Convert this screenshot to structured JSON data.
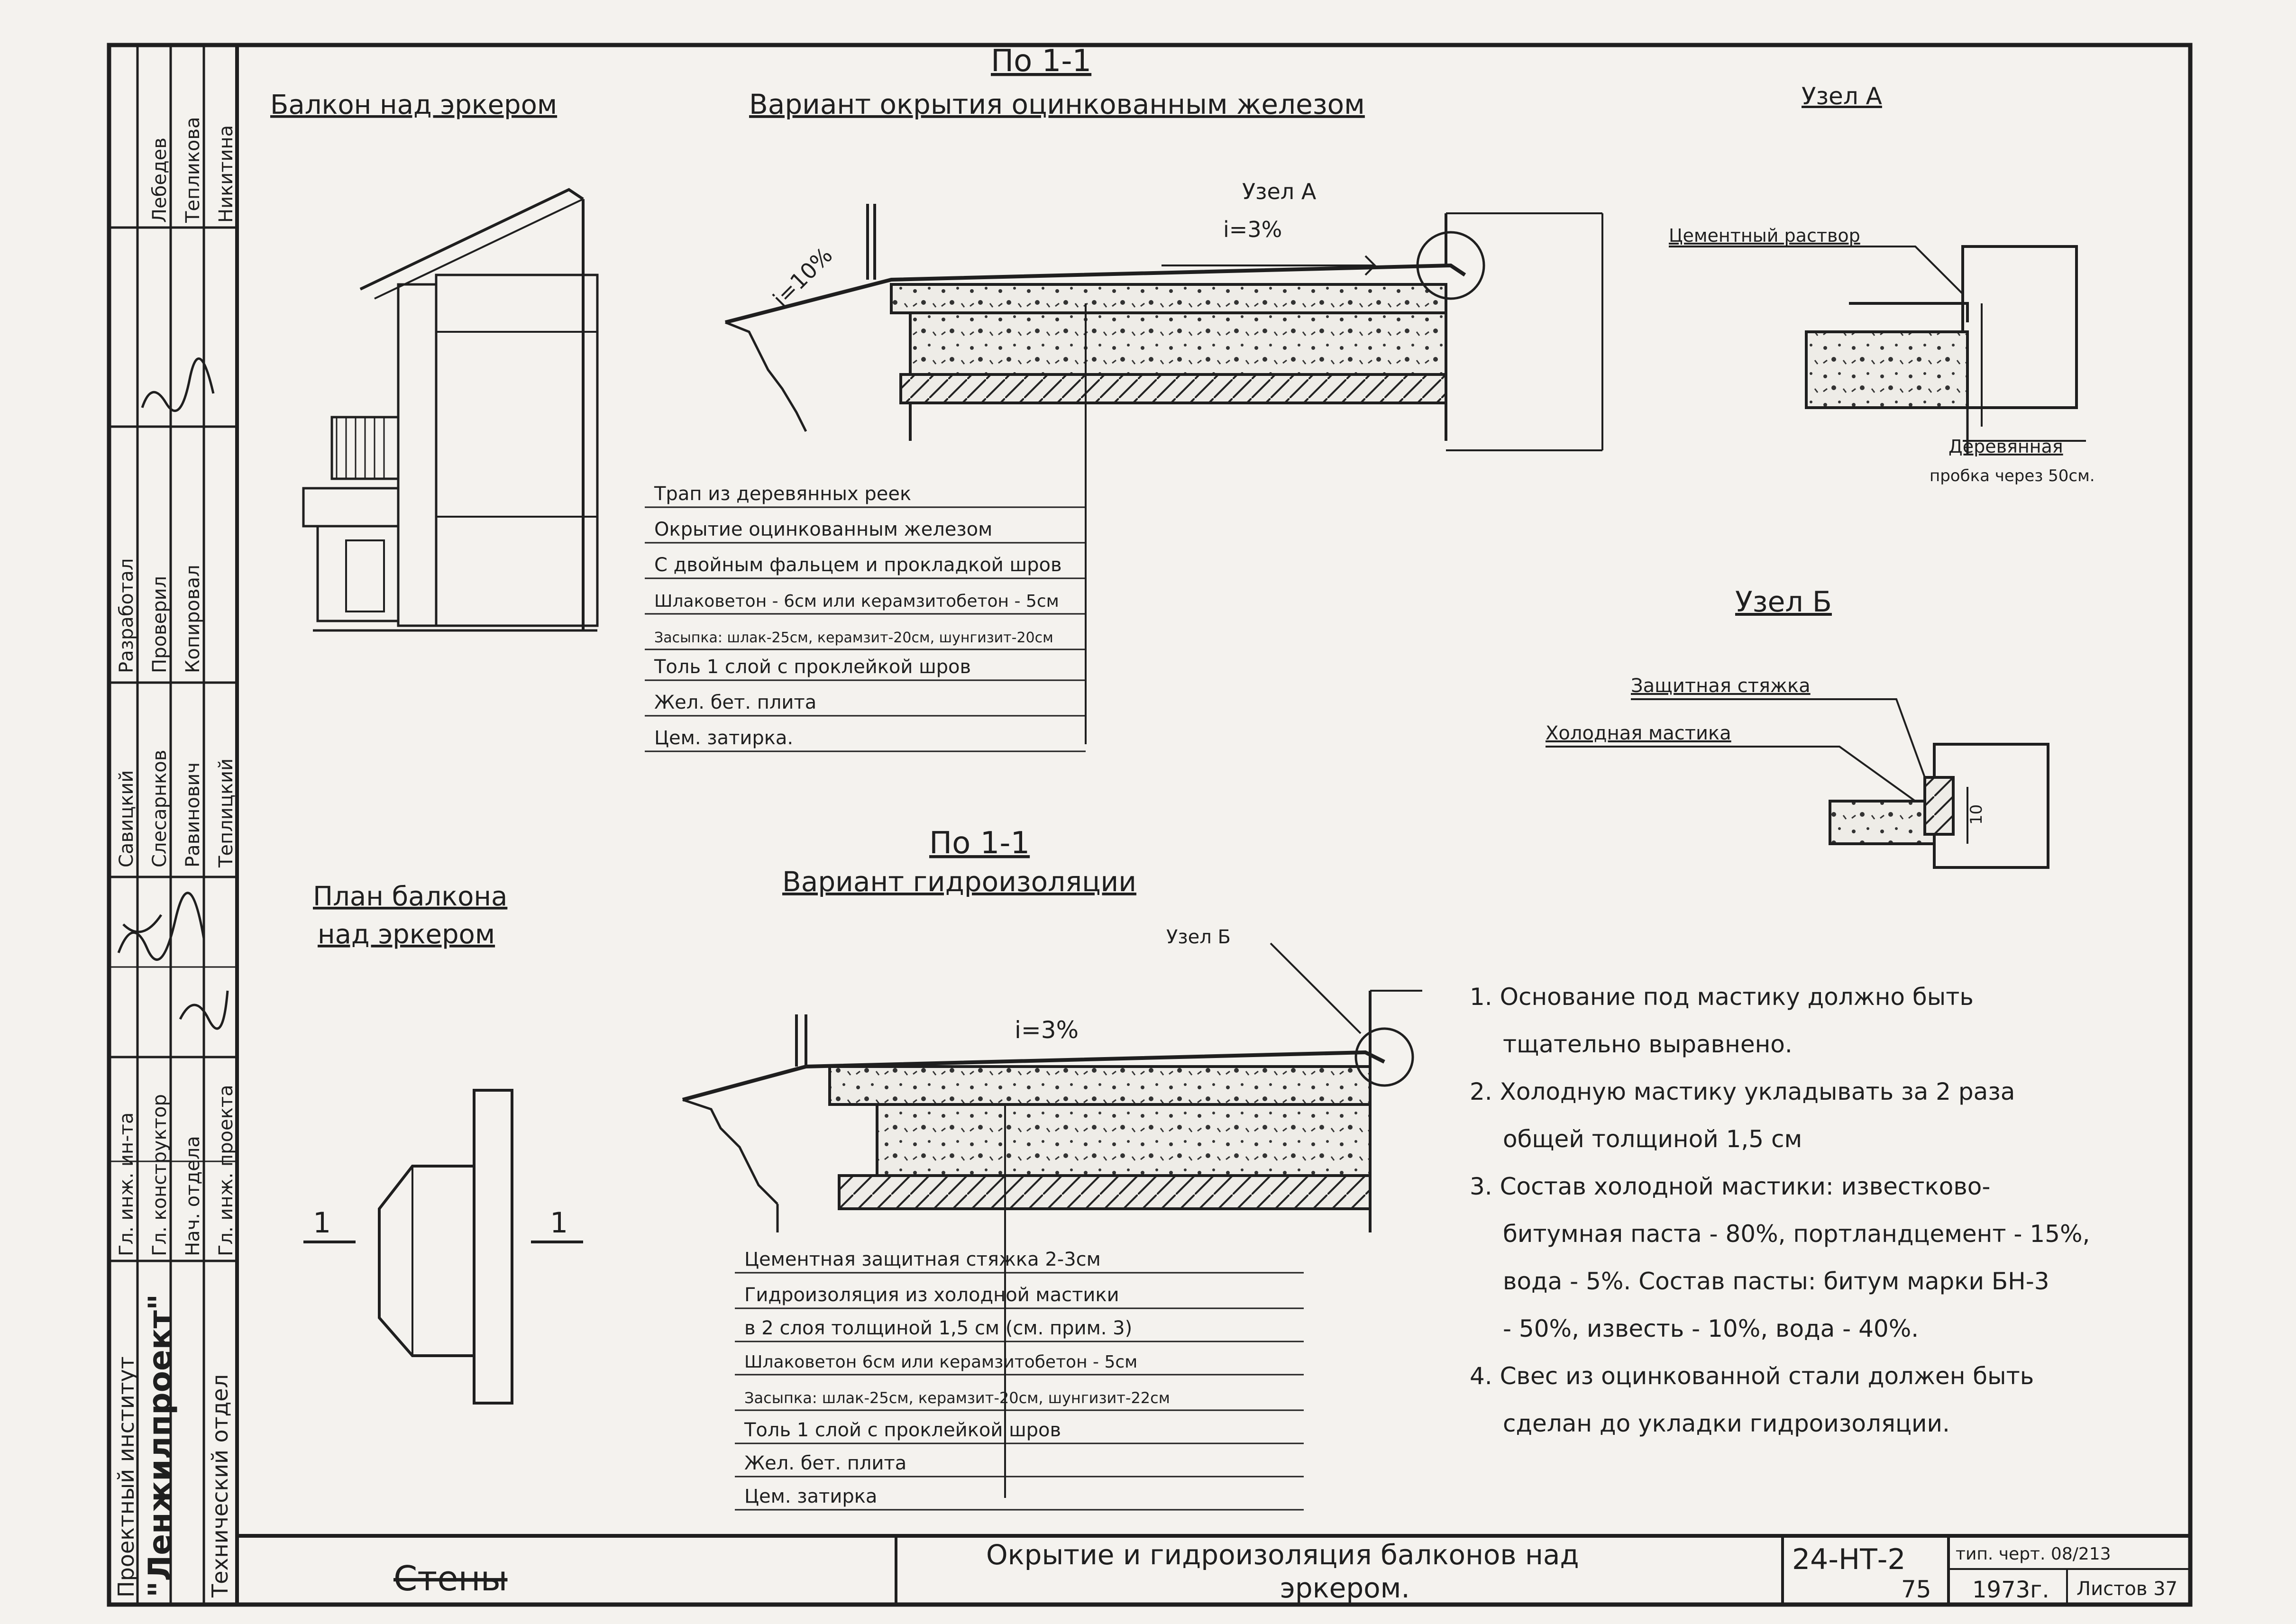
{
  "title_block_left": {
    "row1": [
      "Гл. инж. ин-та",
      "Гл. конструктор",
      "Нач. отдела",
      "Гл. инж. проекта"
    ],
    "row2": [
      "Разработал",
      "Проверил",
      "Копировал"
    ],
    "row3": [
      "Савицкий",
      "Слесарнков",
      "Равинович",
      "Теплицкий"
    ],
    "row4": [
      "Лебедев",
      "Тепликова",
      "Никитина"
    ],
    "institute": "Проектный институт",
    "institute_name": "\"Ленжилпроект\"",
    "department": "Технический отдел"
  },
  "balcony_view": {
    "title": "Балкон над эркером"
  },
  "plan": {
    "title_line1": "План балкона",
    "title_line2": "над эркером",
    "section_mark_left": "1",
    "section_mark_right": "1"
  },
  "section_top": {
    "label": "По 1-1",
    "title": "Вариант окрытия оцинкованным железом",
    "slope_left": "i=10%",
    "slope_main": "i=3%",
    "node_ref": "Узел А",
    "layers": [
      "Трап из деревянных реек",
      "Окрытие оцинкованным железом",
      "С двойным фальцем и прокладкой шров",
      "Шлаковетон - 6см или керамзитобетон - 5см",
      "Засыпка: шлак-25см, керамзит-20см, шунгизит-20см",
      "Толь 1 слой с проклейкой шров",
      "Жел. бет. плита",
      "Цем. затирка."
    ]
  },
  "node_a": {
    "title": "Узел А",
    "label_top": "Цементный раствор",
    "label_bottom_1": "Деревянная",
    "label_bottom_2": "пробка через 50см."
  },
  "node_b": {
    "title": "Узел Б",
    "label_1": "Защитная стяжка",
    "label_2": "Холодная мастика",
    "dim": "10"
  },
  "section_bottom": {
    "label": "По 1-1",
    "title": "Вариант гидроизоляции",
    "slope": "i=3%",
    "node_ref": "Узел Б",
    "layers": [
      "Цементная защитная стяжка 2-3см",
      "Гидроизоляция из холодной мастики",
      "в 2 слоя толщиной 1,5 см (см. прим. 3)",
      "Шлаковетон 6см или керамзитобетон - 5см",
      "Засыпка: шлак-25см, керамзит-20см, шунгизит-22см",
      "Толь 1 слой с проклейкой шров",
      "Жел. бет. плита",
      "Цем. затирка"
    ]
  },
  "notes": [
    [
      "1. Основание под мастику должно быть",
      "тщательно выравнено."
    ],
    [
      "2. Холодную мастику укладывать за 2 раза",
      "общей толщиной 1,5 см"
    ],
    [
      "3. Состав холодной мастики: известково-",
      "битумная паста - 80%, портландцемент - 15%,",
      "вода - 5%. Состав пасты: битум марки БН-3",
      "- 50%, известь - 10%, вода - 40%."
    ],
    [
      "4. Свес из оцинкованной стали должен быть",
      "сделан до укладки гидроизоляции."
    ]
  ],
  "title_block_bottom": {
    "section": "Стены",
    "title_line1": "Окрытие и гидроизоляция балконов над",
    "title_line2": "эркером.",
    "code": "24-НТ-2",
    "sheet": "75",
    "type_label": "тип. черт. 08/213",
    "year": "1973г.",
    "sheet_info": "Листов 37"
  }
}
